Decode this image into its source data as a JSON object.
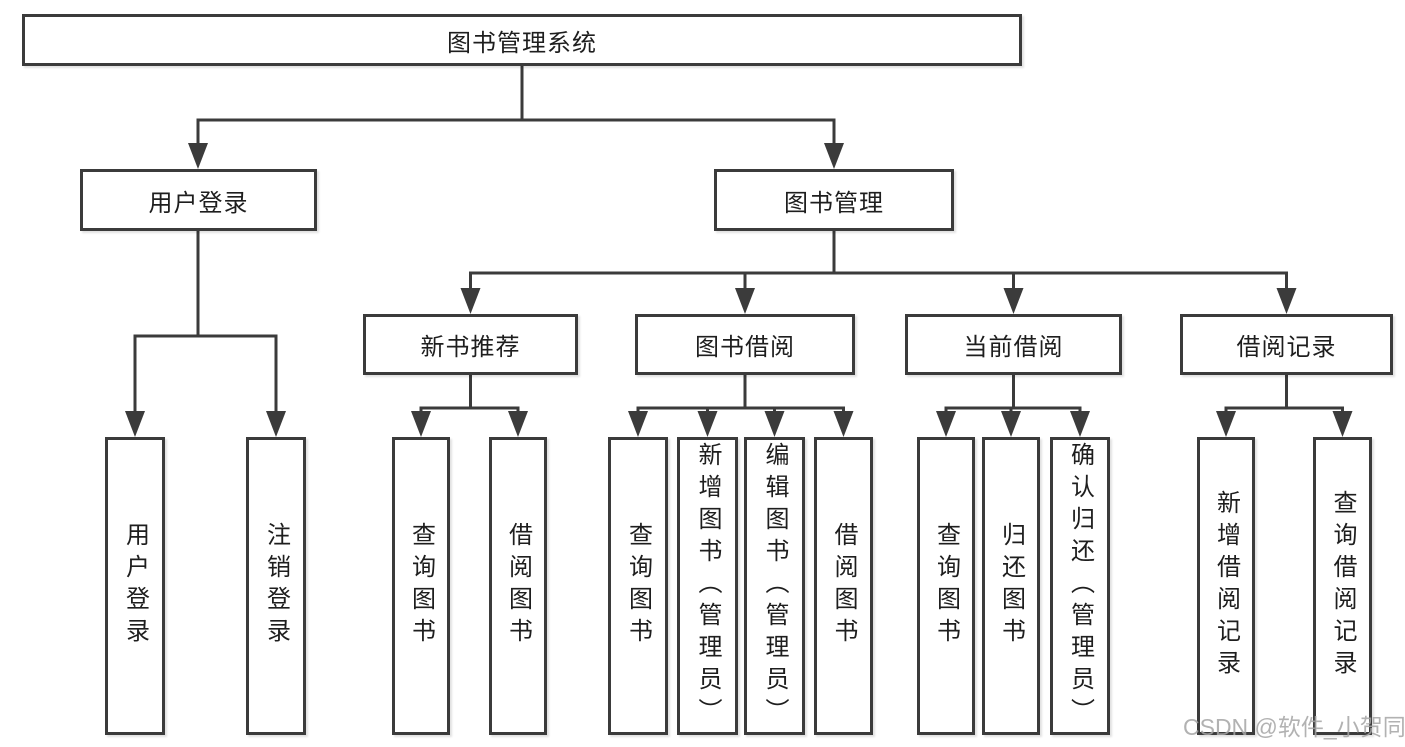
{
  "diagram": {
    "type": "hierarchy-tree",
    "line_color": "#3b3b3b",
    "text_color": "#1e1e1e",
    "background_color": "#ffffff",
    "root": {
      "label": "图书管理系统"
    },
    "level2": [
      {
        "label": "用户登录",
        "children": [
          {
            "label": "用户登录"
          },
          {
            "label": "注销登录"
          }
        ]
      },
      {
        "label": "图书管理",
        "children": [
          {
            "label": "新书推荐",
            "children": [
              {
                "label": "查询图书"
              },
              {
                "label": "借阅图书"
              }
            ]
          },
          {
            "label": "图书借阅",
            "children": [
              {
                "label": "查询图书"
              },
              {
                "label": "新增图书（管理员）"
              },
              {
                "label": "编辑图书（管理员）"
              },
              {
                "label": "借阅图书"
              }
            ]
          },
          {
            "label": "当前借阅",
            "children": [
              {
                "label": "查询图书"
              },
              {
                "label": "归还图书"
              },
              {
                "label": "确认归还（管理员）"
              }
            ]
          },
          {
            "label": "借阅记录",
            "children": [
              {
                "label": "新增借阅记录"
              },
              {
                "label": "查询借阅记录"
              }
            ]
          }
        ]
      }
    ]
  },
  "watermark": {
    "text": "CSDN @软件_小贺同学",
    "color": "#a5a5a5"
  }
}
